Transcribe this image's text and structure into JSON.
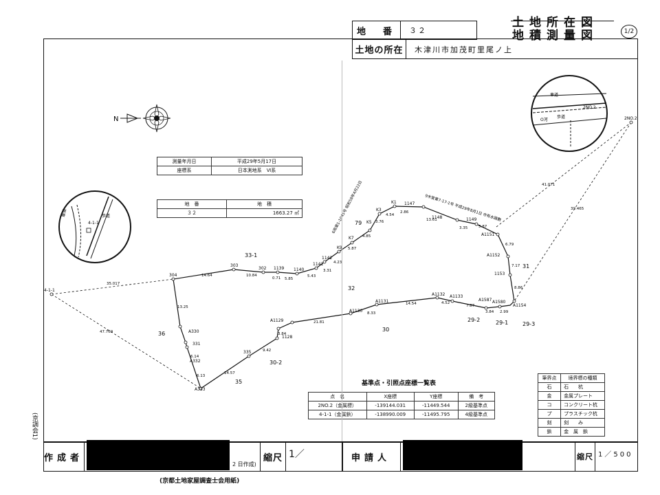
{
  "header": {
    "chiban_label": "地　番",
    "chiban_value": "３２",
    "location_label": "土地の所在",
    "location_value": "木津川市加茂町里尾ノ上",
    "title_line1": "土地所在図",
    "title_line2": "地積測量図",
    "page_indicator": "1/2"
  },
  "survey_info": {
    "rows": [
      {
        "label": "測量年月日",
        "value": "平成29年5月17日"
      },
      {
        "label": "座標系",
        "value": "日本測地系　Ⅵ系"
      }
    ]
  },
  "area_table": {
    "headers": [
      "地　番",
      "地　積"
    ],
    "row": [
      "３２",
      "1663.27 ㎡"
    ]
  },
  "coord_table": {
    "title": "基準点・引照点座標一覧表",
    "headers": [
      "点　名",
      "X座標",
      "Y座標",
      "備　考"
    ],
    "rows": [
      [
        "2NO.2（金属標）",
        "-139144.031",
        "-11449.544",
        "2級基準点"
      ],
      [
        "4-1-1（金属鋲）",
        "-138990.009",
        "-11495.795",
        "4級基準点"
      ]
    ]
  },
  "legend": {
    "headers": [
      "筆界点",
      "境界標の種類"
    ],
    "rows": [
      [
        "石",
        "石　　杭"
      ],
      [
        "金",
        "金属プレート"
      ],
      [
        "コ",
        "コンクリート杭"
      ],
      [
        "プ",
        "プラスチック杭"
      ],
      [
        "刻",
        "刻　　み"
      ],
      [
        "鋲",
        "金　属　鋲"
      ]
    ]
  },
  "footer": {
    "creator_label": "作成者",
    "creator_date_suffix": "2 日作成)",
    "scale_label": "縮尺",
    "scale_left_value": "1／",
    "applicant_label": "申請人",
    "scale_right_value": "1／500",
    "bottom_note": "(京都土地家屋調査士会用紙)",
    "side_note": "(京調会1)"
  },
  "map": {
    "lot_labels": [
      "33-1",
      "79",
      "32",
      "30",
      "30-2",
      "36",
      "35",
      "31",
      "29-2",
      "29-1",
      "29-3"
    ],
    "point_names": [
      "304",
      "303",
      "302",
      "1139",
      "1140",
      "1141",
      "1142",
      "K9",
      "K7",
      "K5",
      "K3",
      "K1",
      "1147",
      "1148",
      "1149",
      "A1151",
      "A1152",
      "1153",
      "A1154",
      "A1580",
      "A1587",
      "A1133",
      "A1132",
      "A1131",
      "A1130",
      "A1129",
      "1128",
      "335",
      "A332",
      "331",
      "A330",
      "A333",
      "4-1-1",
      "2NO.2"
    ],
    "distances": [
      "14.64",
      "10.84",
      "0.71",
      "5.85",
      "5.43",
      "3.31",
      "4.23",
      "5.87",
      "4.85",
      "3.76",
      "4.54",
      "2.86",
      "13.61",
      "3.35",
      "5.87",
      "6.79",
      "7.17",
      "8.86",
      "2.99",
      "3.84",
      "7.87",
      "4.52",
      "14.54",
      "8.33",
      "21.81",
      "3.84",
      "9.42",
      "14.57",
      "6.13",
      "6.14",
      "13.25",
      "35.017",
      "47.769",
      "41.071",
      "39.465"
    ],
    "annotations": [
      "6用第1-1045号 昭和58年4月22日",
      "9木管第7-17-1号 平成29年8月1日 市有水路敷"
    ],
    "inset_labels": [
      "車道",
      "歩道",
      "4-1-1",
      "2NO.2",
      "O河"
    ],
    "north_label": "N"
  }
}
